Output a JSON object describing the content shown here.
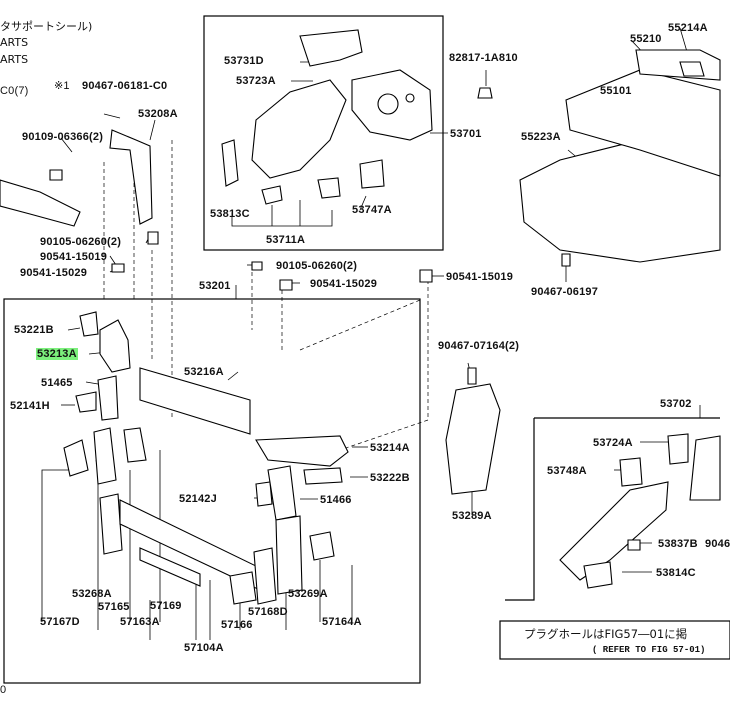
{
  "header_notes": {
    "line1": "タサポートシール)",
    "line2": "ARTS",
    "line3": "ARTS",
    "line4": "C0(7)",
    "star": "※1"
  },
  "labels": {
    "p90467_06181": "90467-06181-C0",
    "p53208A": "53208A",
    "p90109_06366": "90109-06366(2)",
    "p90105_06260_left": "90105-06260(2)",
    "p90541_15019_left": "90541-15019",
    "p90541_15029_left": "90541-15029",
    "p53731D": "53731D",
    "p53723A": "53723A",
    "p82817_1A810": "82817-1A810",
    "p53701": "53701",
    "p53813C": "53813C",
    "p53747A": "53747A",
    "p53711A": "53711A",
    "p55214A": "55214A",
    "p55210": "55210",
    "p55101": "55101",
    "p55223A": "55223A",
    "p90467_06197": "90467-06197",
    "p90105_06260_mid": "90105-06260(2)",
    "p90541_15029_mid": "90541-15029",
    "p90541_15019_right": "90541-15019",
    "p53201": "53201",
    "p53221B": "53221B",
    "p53213A": "53213A",
    "p51465": "51465",
    "p52141H": "52141H",
    "p53216A": "53216A",
    "p53214A": "53214A",
    "p53222B": "53222B",
    "p52142J": "52142J",
    "p51466": "51466",
    "p53268A": "53268A",
    "p57165": "57165",
    "p57169": "57169",
    "p57167D": "57167D",
    "p57163A": "57163A",
    "p57168D": "57168D",
    "p57166": "57166",
    "p53269A": "53269A",
    "p57164A": "57164A",
    "p57104A": "57104A",
    "p90467_07164": "90467-07164(2)",
    "p53289A": "53289A",
    "p53702": "53702",
    "p53724A": "53724A",
    "p53748A": "53748A",
    "p53837B": "53837B",
    "p53814C": "53814C",
    "p9046_cut": "9046"
  },
  "footer_note": {
    "jp": "プラグホールはFIG57―01に掲",
    "en": "( REFER TO FIG 57-01)"
  },
  "corner_text": "0"
}
